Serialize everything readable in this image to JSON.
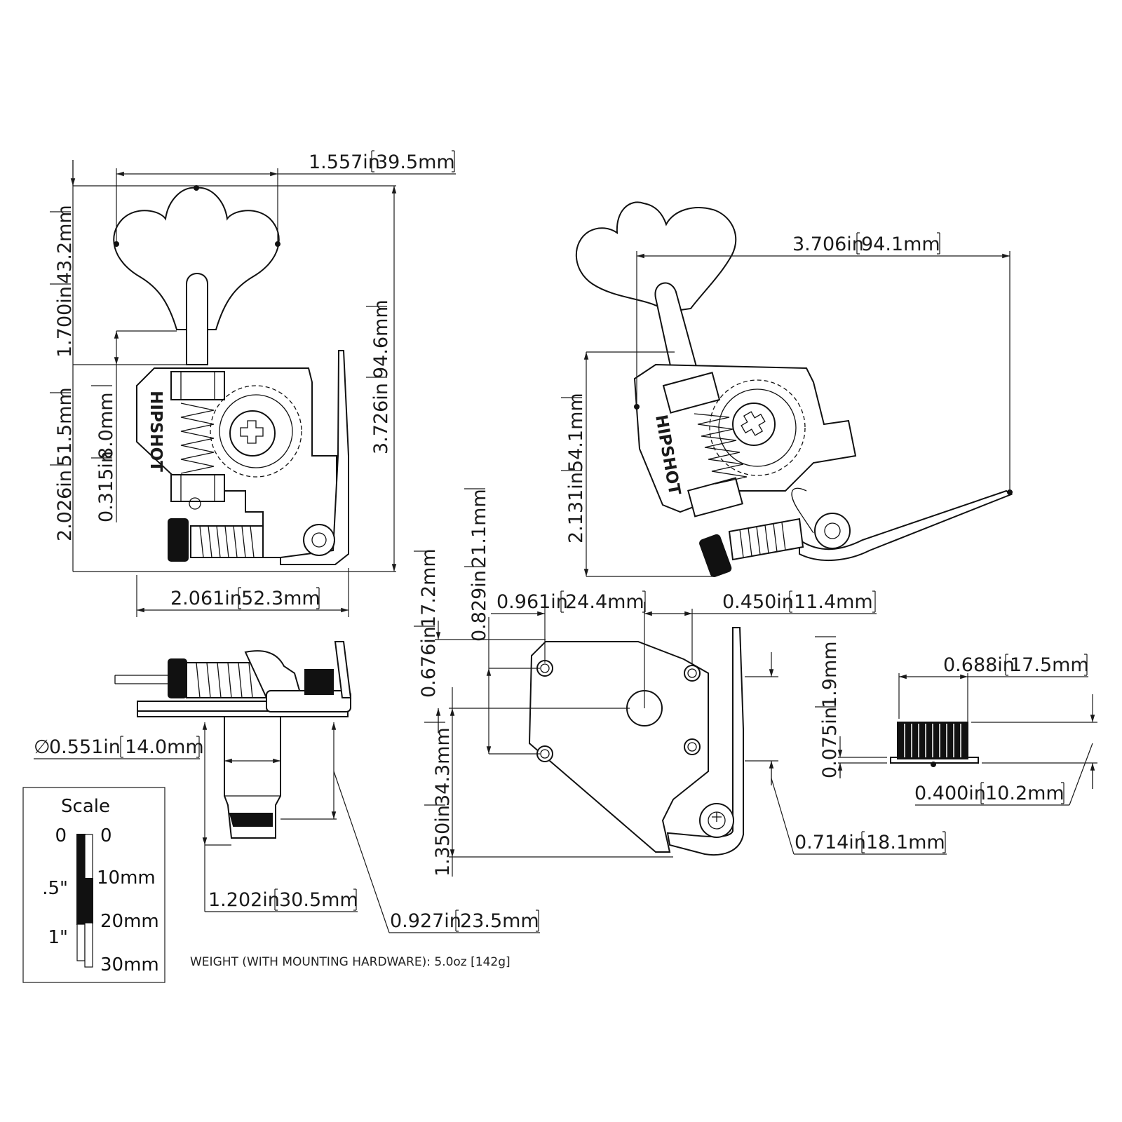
{
  "views": {
    "front": {
      "width_button": {
        "in": "1.557in",
        "mm": "39.5mm"
      },
      "height_total": {
        "in": "3.726in",
        "mm": "94.6mm"
      },
      "height_button": {
        "in": "1.700in",
        "mm": "43.2mm"
      },
      "height_body": {
        "in": "2.026in",
        "mm": "51.5mm"
      },
      "offset_small": {
        "in": "0.315in",
        "mm": "8.0mm"
      },
      "width_body": {
        "in": "2.061in",
        "mm": "52.3mm"
      },
      "brand_mark": "HIPSHOT"
    },
    "angled": {
      "length": {
        "in": "3.706in",
        "mm": "94.1mm"
      },
      "height": {
        "in": "2.131in",
        "mm": "54.1mm"
      }
    },
    "side": {
      "post_diameter_symbol": "∅",
      "post_diameter": {
        "in": "0.551in",
        "mm": "14.0mm"
      },
      "post_length": {
        "in": "1.202in",
        "mm": "30.5mm"
      },
      "post_offset": {
        "in": "0.927in",
        "mm": "23.5mm"
      }
    },
    "back": {
      "hole_spacing_x": {
        "in": "0.961in",
        "mm": "24.4mm"
      },
      "hole_offset_x": {
        "in": "0.450in",
        "mm": "11.4mm"
      },
      "hole_offset_y": {
        "in": "0.676in",
        "mm": "17.2mm"
      },
      "hole_spacing_y": {
        "in": "0.829in",
        "mm": "21.1mm"
      },
      "height_total": {
        "in": "1.350in",
        "mm": "34.3mm"
      },
      "lever_offset": {
        "in": "0.714in",
        "mm": "18.1mm"
      }
    },
    "bushing": {
      "width": {
        "in": "0.688in",
        "mm": "17.5mm"
      },
      "flange": {
        "in": "0.075in",
        "mm": "1.9mm"
      },
      "height": {
        "in": "0.400in",
        "mm": "10.2mm"
      }
    }
  },
  "scale": {
    "title": "Scale",
    "inch_labels": [
      "0",
      ".5\"",
      "1\""
    ],
    "mm_labels": [
      "0",
      "10mm",
      "20mm",
      "30mm"
    ]
  },
  "weight_note": "WEIGHT (WITH MOUNTING HARDWARE): 5.0oz [142g]"
}
